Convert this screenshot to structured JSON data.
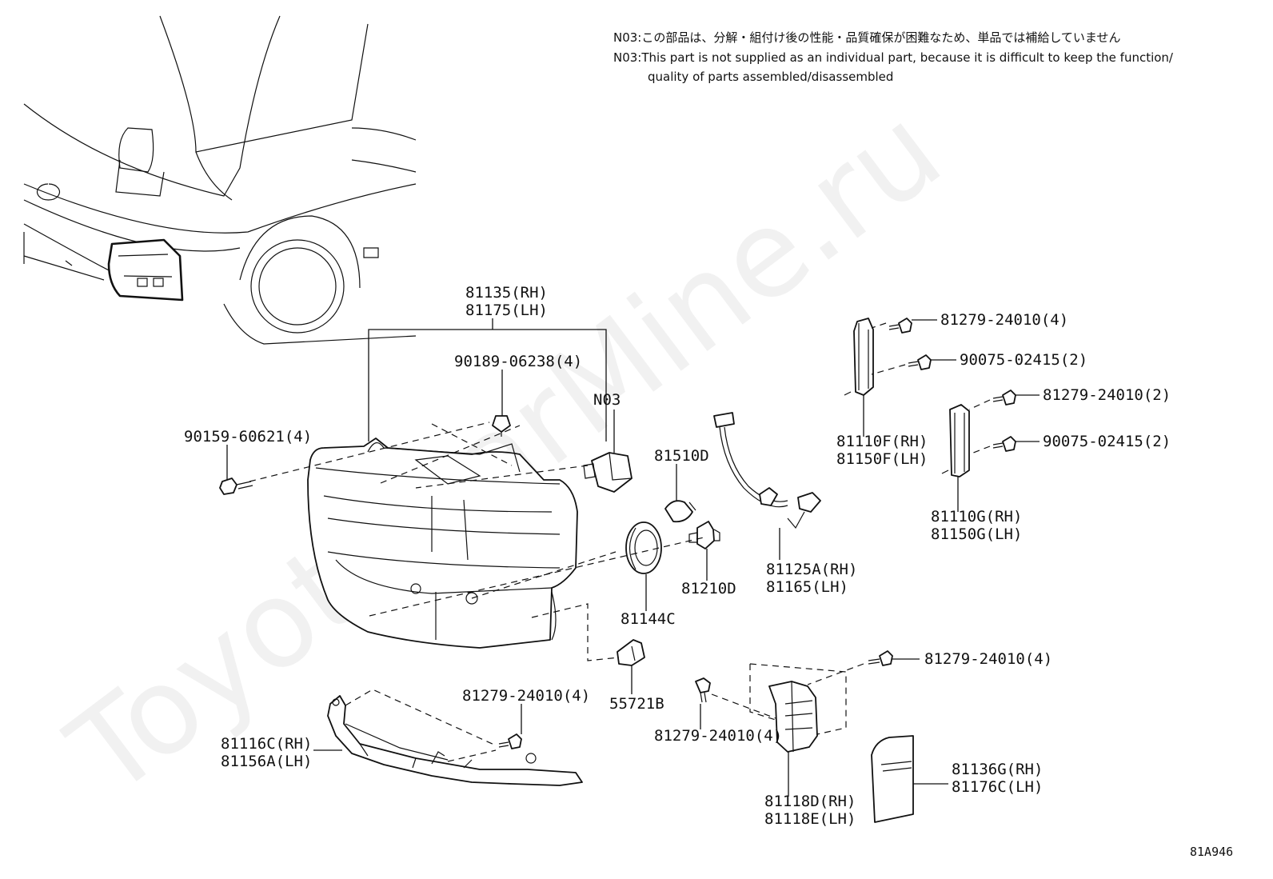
{
  "watermark": "ToyotaCarMine.ru",
  "notes": {
    "jp": "N03:この部品は、分解・組付け後の性能・品質確保が困難なため、単品では補給していません",
    "en1": "N03:This part is not supplied as an individual part, because it is difficult to keep the function/",
    "en2": "quality of parts assembled/disassembled"
  },
  "diagram_code": "81A946",
  "parts": {
    "headlamp_rh": "81135(RH)",
    "headlamp_lh": "81175(LH)",
    "nut_90189": "90189-06238(4)",
    "bolt_90159": "90159-60621(4)",
    "note_ref": "N03",
    "bulb_81510d": "81510D",
    "socket_rh": "81125A(RH)",
    "socket_lh": "81165(LH)",
    "bulb_81210d": "81210D",
    "cover_81144c": "81144C",
    "bracket_55721b": "55721B",
    "screw_a": "81279-24010(4)",
    "screw_b": "90075-02415(2)",
    "screw_c": "81279-24010(2)",
    "screw_d": "90075-02415(2)",
    "mount_f_rh": "81110F(RH)",
    "mount_f_lh": "81150F(LH)",
    "mount_g_rh": "81110G(RH)",
    "mount_g_lh": "81150G(LH)",
    "screw_e": "81279-24010(4)",
    "screw_f": "81279-24010(4)",
    "screw_g": "81279-24010(4)",
    "lower_rh": "81116C(RH)",
    "lower_lh": "81156A(LH)",
    "bracket_rh": "81118D(RH)",
    "bracket_lh": "81118E(LH)",
    "gasket_rh": "81136G(RH)",
    "gasket_lh": "81176C(LH)"
  }
}
